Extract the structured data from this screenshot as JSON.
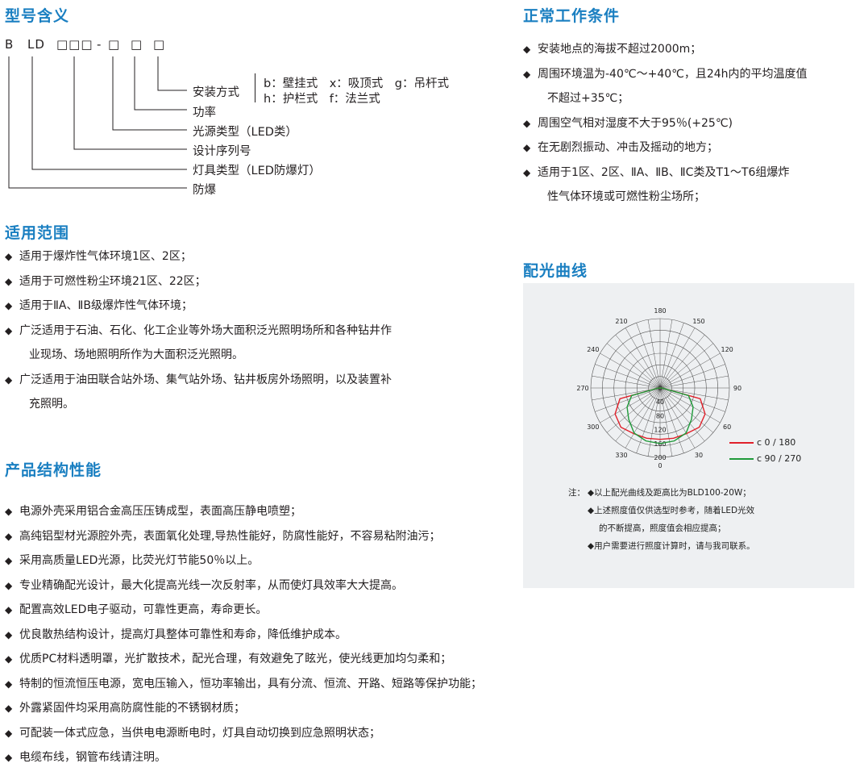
{
  "model": {
    "heading": "型号含义",
    "code": {
      "b": "B",
      "ld": "LD",
      "boxes": "□□□",
      "dash": "-",
      "box1": "□",
      "box2": "□",
      "box3": "□"
    },
    "labels": {
      "install": "安装方式",
      "power": "功率",
      "source": "光源类型（LED类）",
      "series": "设计序列号",
      "lamp": "灯具类型（LED防爆灯）",
      "explosion": "防爆"
    },
    "install_options": {
      "row1": "b：壁挂式　x：吸顶式　g：吊杆式",
      "row2": "h：护栏式　f：法兰式"
    }
  },
  "scope": {
    "heading": "适用范围",
    "items": [
      "适用于爆炸性气体环境1区、2区；",
      "适用于可燃性粉尘环境21区、22区；",
      "适用于ⅡA、ⅡB级爆炸性气体环境；",
      "广泛适用于石油、石化、化工企业等外场大面积泛光照明场所和各种钻井作",
      "业现场、场地照明所作为大面积泛光照明。",
      "广泛适用于油田联合站外场、集气站外场、钻井板房外场照明，以及装置补",
      "充照明。"
    ]
  },
  "structure": {
    "heading": "产品结构性能",
    "items": [
      "电源外壳采用铝合金高压压铸成型，表面高压静电喷塑；",
      "高纯铝型材光源腔外壳，表面氧化处理,导热性能好，防腐性能好，不容易粘附油污；",
      "采用高质量LED光源，比荧光灯节能50％以上。",
      "专业精确配光设计，最大化提高光线一次反射率，从而使灯具效率大大提高。",
      "配置高效LED电子驱动，可靠性更高，寿命更长。",
      "优良散热结构设计，提高灯具整体可靠性和寿命，降低维护成本。",
      "优质PC材料透明罩，光扩散技术，配光合理，有效避免了眩光，使光线更加均匀柔和；",
      "特制的恒流恒压电源，宽电压输入，恒功率输出，具有分流、恒流、开路、短路等保护功能；",
      "外露紧固件均采用高防腐性能的不锈钢材质；",
      "可配装一体式应急，当供电电源断电时，灯具自动切换到应急照明状态；",
      "电缆布线，钢管布线请注明。"
    ]
  },
  "conditions": {
    "heading": "正常工作条件",
    "items": [
      "安装地点的海拔不超过2000m；",
      "周围环境温为-40℃～+40℃，且24h内的平均温度值",
      "不超过+35℃；",
      "周围空气相对湿度不大于95％(+25℃)",
      "在无剧烈振动、冲击及摇动的地方；",
      "适用于1区、2区、ⅡA、ⅡB、ⅡC类及T1～T6组爆炸",
      "性气体环境或可燃性粉尘场所；"
    ]
  },
  "curve": {
    "heading": "配光曲线",
    "bullet": "◆",
    "colors": {
      "c0": "#e0202a",
      "c90": "#1f9a3a",
      "grid": "#555555",
      "panel": "#eef0f2",
      "accent": "#1a7fc1"
    },
    "angle_labels": [
      "180",
      "150",
      "120",
      "90",
      "60",
      "30",
      "0",
      "330",
      "300",
      "270",
      "240",
      "210"
    ],
    "radial_labels": [
      "0",
      "40",
      "80",
      "120",
      "160",
      "200"
    ],
    "legend": [
      "c 0 / 180",
      "c 90 / 270"
    ],
    "notes": {
      "prefix": "注：",
      "lines": [
        "以上配光曲线及距高比为BLD100-20W；",
        "上述照度值仅供选型时参考，随着LED光效",
        "的不断提高，照度值会相应提高；",
        "用户需要进行照度计算时，请与我司联系。"
      ]
    }
  },
  "chart_data": {
    "type": "polar",
    "title": "",
    "angle_labels": [
      "0",
      "30",
      "60",
      "90",
      "120",
      "150",
      "180",
      "210",
      "240",
      "270",
      "300",
      "330"
    ],
    "radial_ticks": [
      0,
      40,
      80,
      120,
      160,
      200
    ],
    "rlim": [
      0,
      200
    ],
    "grid": true,
    "legend_position": "bottom-right",
    "series": [
      {
        "name": "c 0 / 180",
        "color": "#e0202a",
        "angles": [
          0,
          15,
          30,
          45,
          60,
          75,
          90,
          270,
          285,
          300,
          315,
          330,
          345
        ],
        "values": [
          148,
          150,
          152,
          160,
          150,
          120,
          5,
          5,
          120,
          150,
          160,
          152,
          150
        ]
      },
      {
        "name": "c 90 / 270",
        "color": "#1f9a3a",
        "angles": [
          0,
          15,
          30,
          45,
          60,
          75,
          90,
          270,
          285,
          300,
          315,
          330,
          345
        ],
        "values": [
          160,
          158,
          150,
          128,
          110,
          85,
          5,
          5,
          85,
          110,
          128,
          150,
          158
        ]
      }
    ]
  }
}
